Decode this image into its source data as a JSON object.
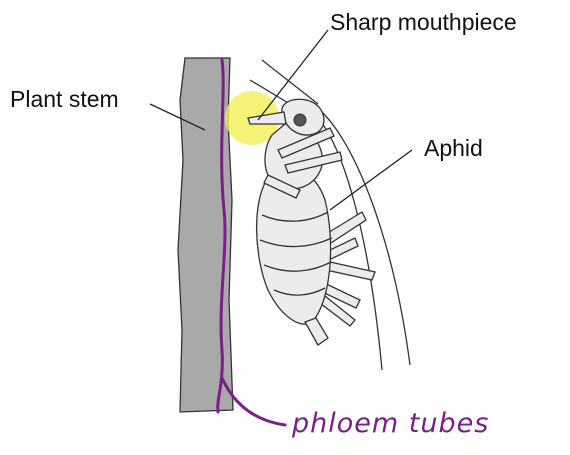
{
  "labels": {
    "plant_stem": "Plant stem",
    "mouthpiece": "Sharp mouthpiece",
    "aphid": "Aphid",
    "phloem": "phloem tubes"
  },
  "colors": {
    "stem_fill": "#a9a9a9",
    "aphid_fill": "#ececec",
    "outline": "#333333",
    "highlight": "#f4ee55",
    "phloem": "#7b1f86"
  }
}
